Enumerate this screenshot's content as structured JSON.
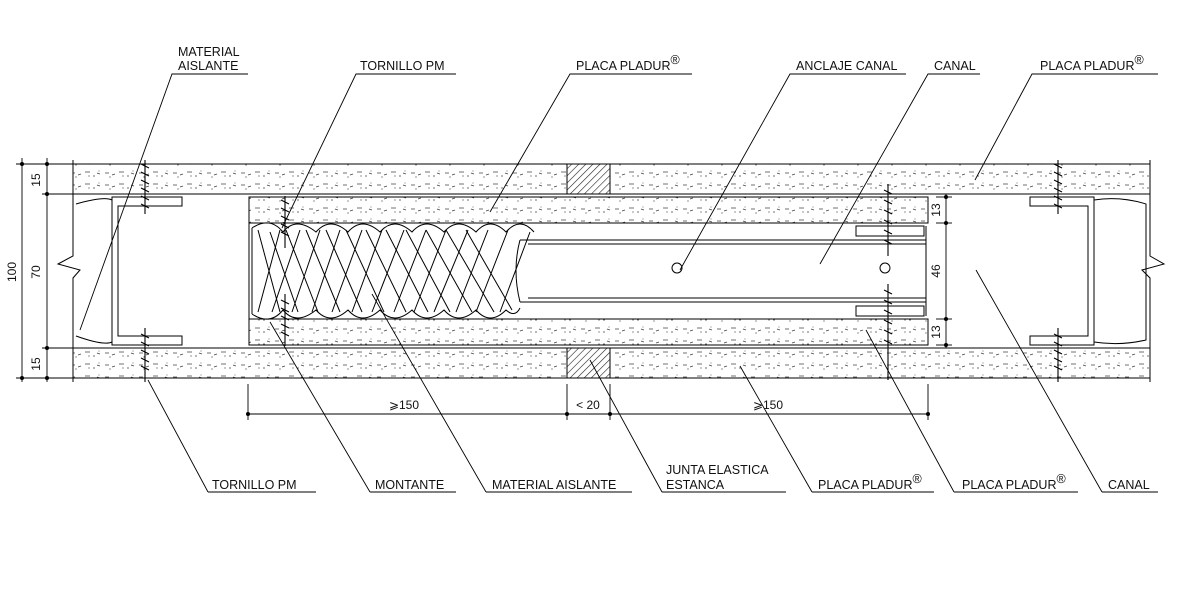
{
  "labels": {
    "top": {
      "material_aislante_1": "MATERIAL",
      "material_aislante_2": "AISLANTE",
      "tornillo_pm": "TORNILLO PM",
      "placa_pladur_1": "PLACA PLADUR",
      "anclaje_canal": "ANCLAJE CANAL",
      "canal": "CANAL",
      "placa_pladur_2": "PLACA PLADUR"
    },
    "bottom": {
      "tornillo_pm": "TORNILLO PM",
      "montante": "MONTANTE",
      "material_aislante": "MATERIAL AISLANTE",
      "junta_elastica_1": "JUNTA ELASTICA",
      "junta_elastica_2": "ESTANCA",
      "placa_pladur_1": "PLACA PLADUR",
      "placa_pladur_2": "PLACA PLADUR",
      "canal": "CANAL"
    },
    "registered": "®"
  },
  "dimensions": {
    "total": "100",
    "core": "70",
    "board_top": "15",
    "board_bottom": "15",
    "spacing_left": "⩾150",
    "gap": "< 20",
    "spacing_right": "⩾150",
    "board_inner_top": "13",
    "channel": "46",
    "board_inner_bottom": "13"
  }
}
